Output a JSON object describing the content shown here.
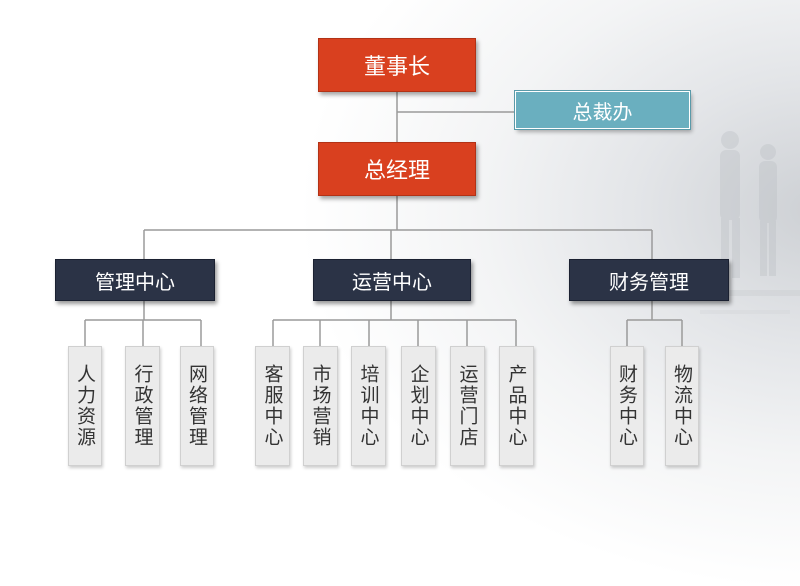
{
  "chairman": "董事长",
  "presidents_office": "总裁办",
  "general_manager": "总经理",
  "centers": [
    {
      "label": "管理中心",
      "children": [
        "人力资源",
        "行政管理",
        "网络管理"
      ]
    },
    {
      "label": "运营中心",
      "children": [
        "客服中心",
        "市场营销",
        "培训中心",
        "企划中心",
        "运营门店",
        "产品中心"
      ]
    },
    {
      "label": "财务管理",
      "children": [
        "财务中心",
        "物流中心"
      ]
    }
  ],
  "colors": {
    "red": "#d9401f",
    "teal": "#6aafbf",
    "navy": "#2b3346",
    "leaf": "#ebebeb",
    "line": "#9a9a9a"
  }
}
